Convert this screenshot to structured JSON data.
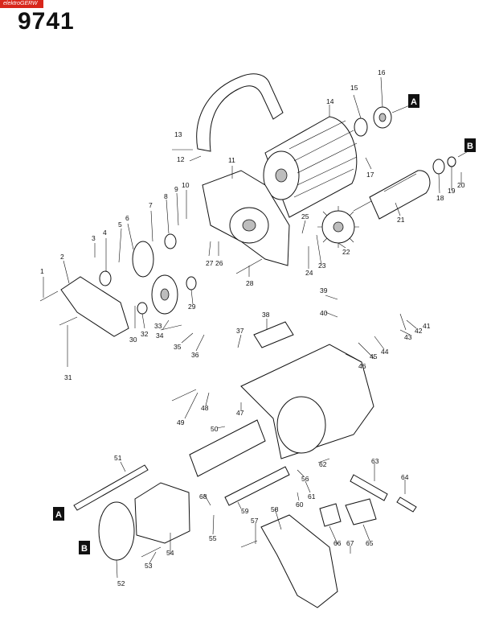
{
  "logo_text": "elektroGERW",
  "model_number": "9741",
  "reference_markers": [
    "A",
    "B"
  ],
  "callouts": [
    "1",
    "2",
    "3",
    "4",
    "5",
    "6",
    "7",
    "8",
    "9",
    "10",
    "11",
    "12",
    "13",
    "14",
    "15",
    "16",
    "17",
    "18",
    "19",
    "20",
    "21",
    "22",
    "23",
    "24",
    "25",
    "26",
    "27",
    "28",
    "29",
    "30",
    "31",
    "32",
    "33",
    "34",
    "35",
    "36",
    "37",
    "38",
    "39",
    "40",
    "41",
    "42",
    "43",
    "44",
    "45",
    "46",
    "47",
    "48",
    "49",
    "50",
    "51",
    "52",
    "53",
    "54",
    "55",
    "56",
    "57",
    "58",
    "59",
    "60",
    "61",
    "62",
    "63",
    "64",
    "65",
    "66",
    "67",
    "68"
  ]
}
